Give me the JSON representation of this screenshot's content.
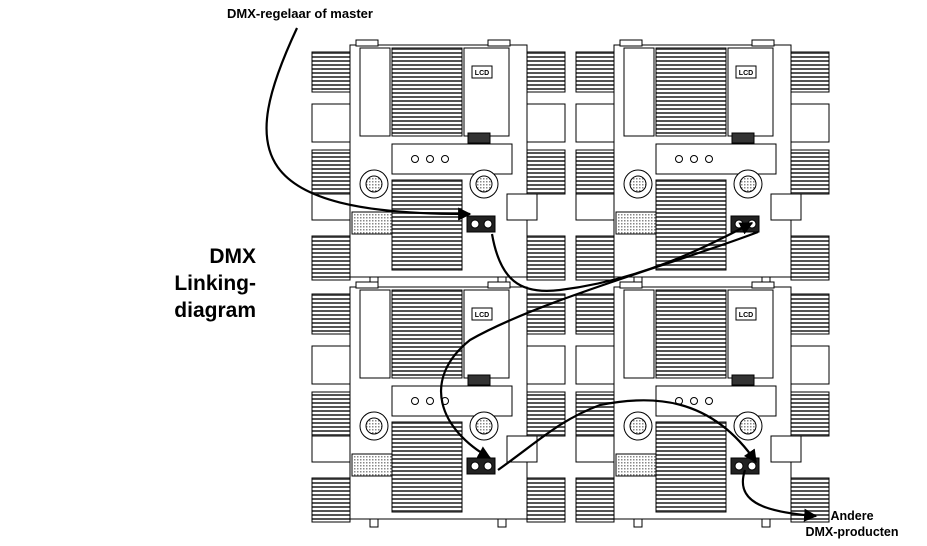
{
  "labels": {
    "controller": "DMX-regelaar of master",
    "title_line1": "DMX Linking-",
    "title_line2": "diagram",
    "other_line1": "Andere",
    "other_line2": "DMX-producten"
  },
  "fixtures": [
    {
      "name": "fixture-top-left",
      "panel_text": "LCD"
    },
    {
      "name": "fixture-top-right",
      "panel_text": "LCD"
    },
    {
      "name": "fixture-bottom-left",
      "panel_text": "LCD"
    },
    {
      "name": "fixture-bottom-right",
      "panel_text": "LCD"
    }
  ],
  "colors": {
    "line": "#000000",
    "fill": "#ffffff",
    "grille": "#555555"
  }
}
